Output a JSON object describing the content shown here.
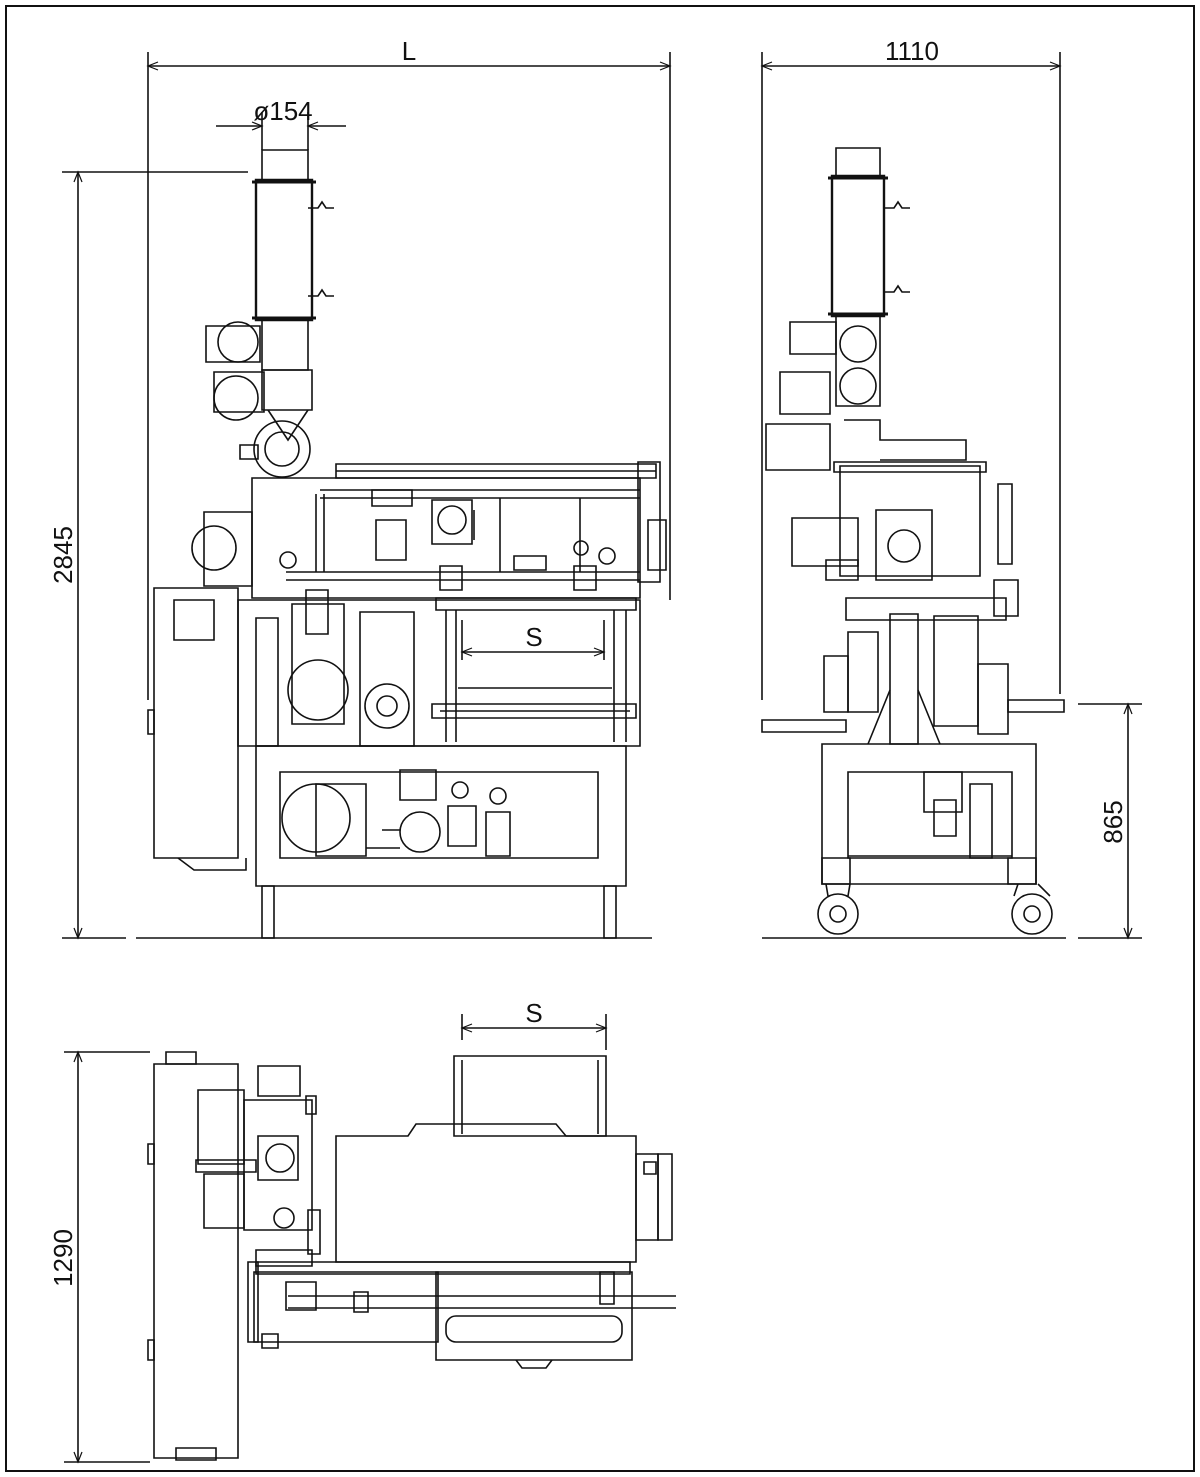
{
  "drawing": {
    "front_view": {
      "width_label": "L",
      "height_label": "2845",
      "pipe_diameter_label": "ø154",
      "stroke_label": "S"
    },
    "side_view": {
      "width_label": "1110",
      "table_height_label": "865"
    },
    "top_view": {
      "depth_label": "1290",
      "stroke_label": "S"
    }
  }
}
